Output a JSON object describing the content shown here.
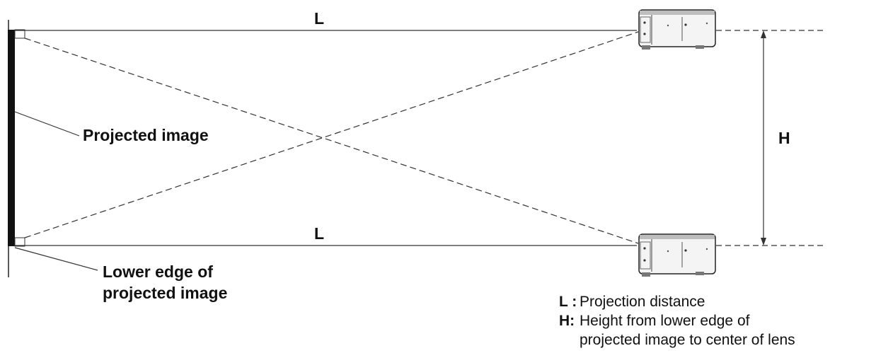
{
  "labels": {
    "top_distance": "L",
    "bottom_distance": "L",
    "height": "H"
  },
  "callouts": {
    "projected_image": "Projected image",
    "lower_edge_line1": "Lower edge of",
    "lower_edge_line2": "projected image"
  },
  "legend": {
    "items": [
      {
        "key": "L :",
        "text": "Projection distance"
      },
      {
        "key": "H:",
        "text": "Height from lower edge of"
      },
      {
        "key": "",
        "text": "projected image to center of lens"
      }
    ]
  }
}
